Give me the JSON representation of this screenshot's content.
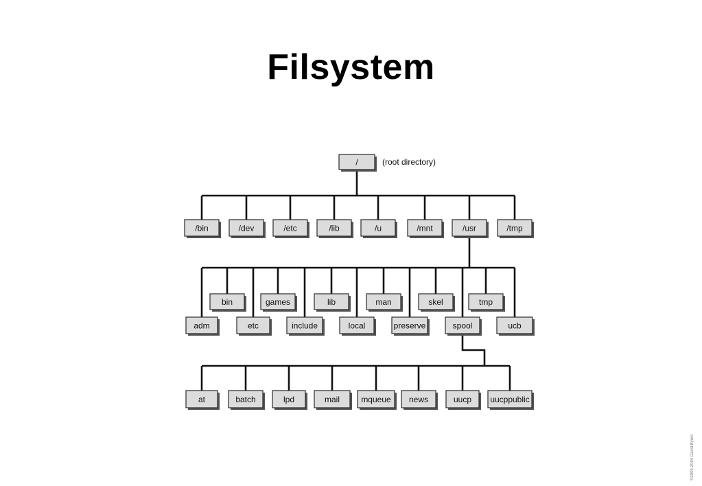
{
  "title": "Filsystem",
  "root_note": "(root directory)",
  "copyright": "©2003-2004 David Byers",
  "tree": {
    "root": "/",
    "level1": [
      "/bin",
      "/dev",
      "/etc",
      "/lib",
      "/u",
      "/mnt",
      "/usr",
      "/tmp"
    ],
    "usr_upper": [
      "bin",
      "games",
      "lib",
      "man",
      "skel",
      "tmp"
    ],
    "usr_lower": [
      "adm",
      "etc",
      "include",
      "local",
      "preserve",
      "spool",
      "ucb"
    ],
    "spool": [
      "at",
      "batch",
      "lpd",
      "mail",
      "mqueue",
      "news",
      "uucp",
      "uucppublic"
    ]
  }
}
